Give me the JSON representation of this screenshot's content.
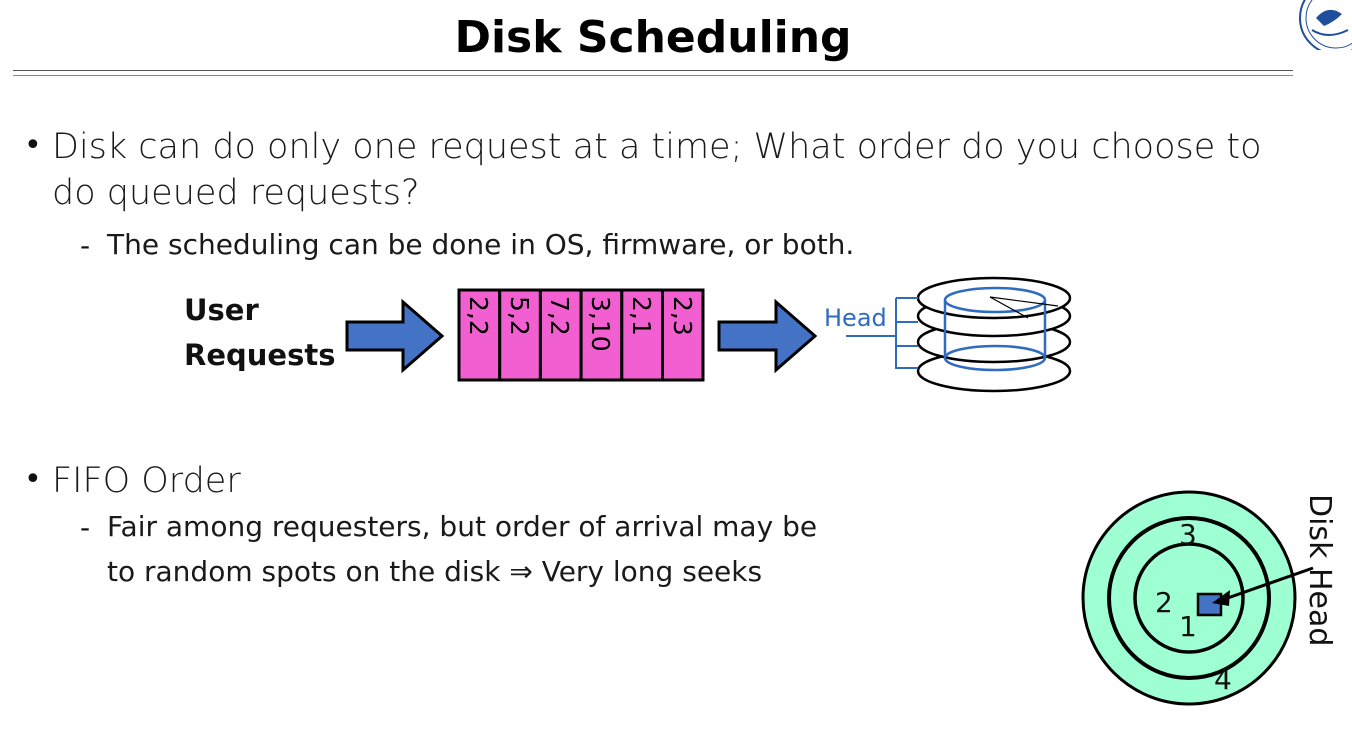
{
  "slide": {
    "title": "Disk Scheduling"
  },
  "bullets": [
    {
      "text_line1": "Disk can do only one request at a time; What order do you choose to",
      "text_line2": "do queued requests?",
      "sub": {
        "text": "The scheduling can be done in OS, firmware, or both."
      }
    },
    {
      "text_line1": "FIFO Order",
      "sub": {
        "text_line1": "Fair among requesters, but order of arrival may be",
        "text_line2": "to random spots on the disk ⇒ Very long seeks"
      }
    }
  ],
  "queue_diagram": {
    "source_label_line1": "User",
    "source_label_line2": "Requests",
    "requests": [
      "2,2",
      "5,2",
      "7,2",
      "3,10",
      "2,1",
      "2,3"
    ],
    "head_label": "Head"
  },
  "disk_diagram": {
    "track_labels": [
      "3",
      "2",
      "1",
      "4"
    ],
    "head_label": "Disk Head"
  },
  "colors": {
    "arrow_fill": "#4472c4",
    "queue_fill": "#f25fd0",
    "head_blue": "#2f6bbf",
    "platter_fill": "#9dffd2",
    "head_square": "#4472c4"
  }
}
